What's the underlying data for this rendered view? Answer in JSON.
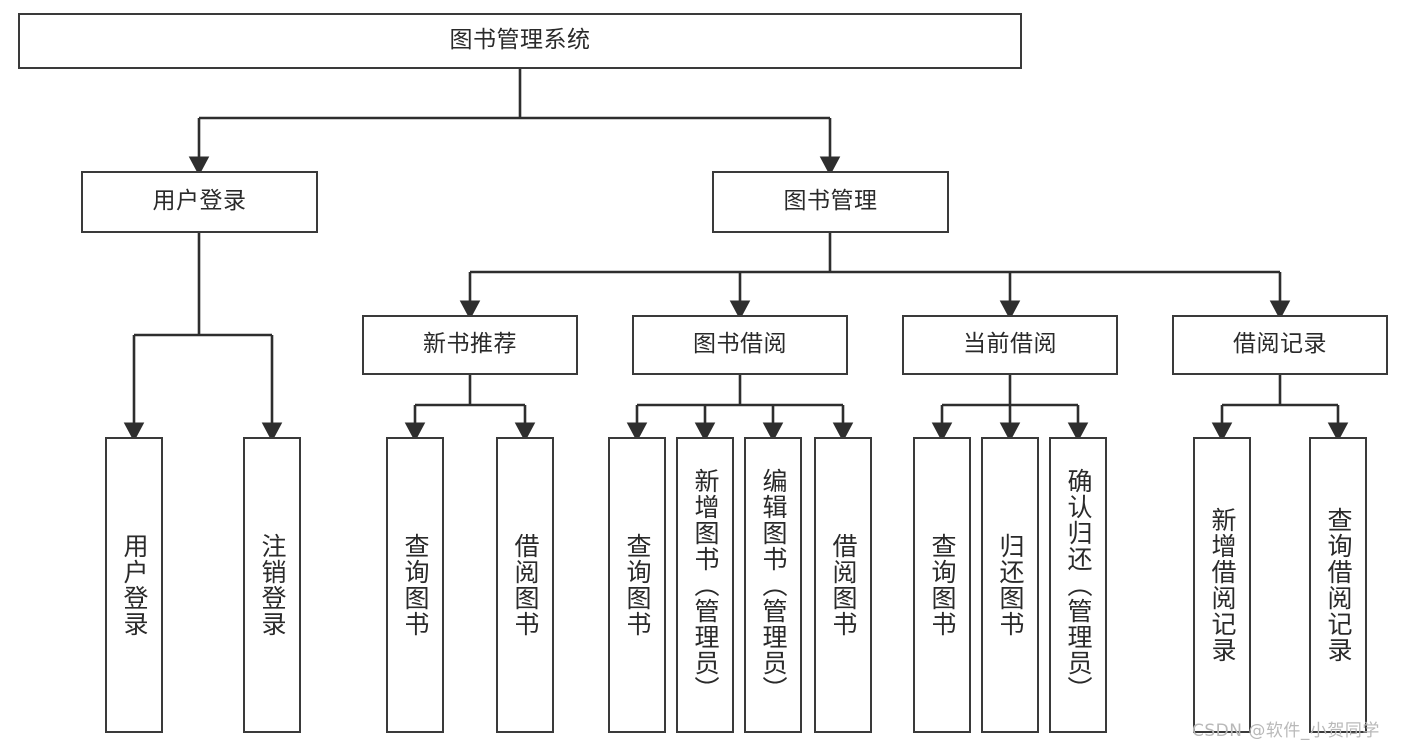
{
  "diagram": {
    "title": "图书管理系统",
    "type": "tree",
    "stroke_color": "#3a3a3a",
    "text_color": "#2a2a2a",
    "background_color": "#ffffff",
    "root": {
      "label": "图书管理系统"
    },
    "level2": [
      {
        "label": "用户登录"
      },
      {
        "label": "图书管理"
      }
    ],
    "level3": [
      {
        "label": "新书推荐"
      },
      {
        "label": "图书借阅"
      },
      {
        "label": "当前借阅"
      },
      {
        "label": "借阅记录"
      }
    ],
    "leaves": {
      "user_login": [
        {
          "label": "用户登录"
        },
        {
          "label": "注销登录"
        }
      ],
      "new_book_recommend": [
        {
          "label": "查询图书"
        },
        {
          "label": "借阅图书"
        }
      ],
      "book_borrow": [
        {
          "label": "查询图书"
        },
        {
          "label": "新增图书（管理员）"
        },
        {
          "label": "编辑图书（管理员）"
        },
        {
          "label": "借阅图书"
        }
      ],
      "current_borrow": [
        {
          "label": "查询图书"
        },
        {
          "label": "归还图书"
        },
        {
          "label": "确认归还（管理员）"
        }
      ],
      "borrow_record": [
        {
          "label": "新增借阅记录"
        },
        {
          "label": "查询借阅记录"
        }
      ]
    }
  },
  "watermark": {
    "text": "CSDN @软件_小贺同学"
  }
}
